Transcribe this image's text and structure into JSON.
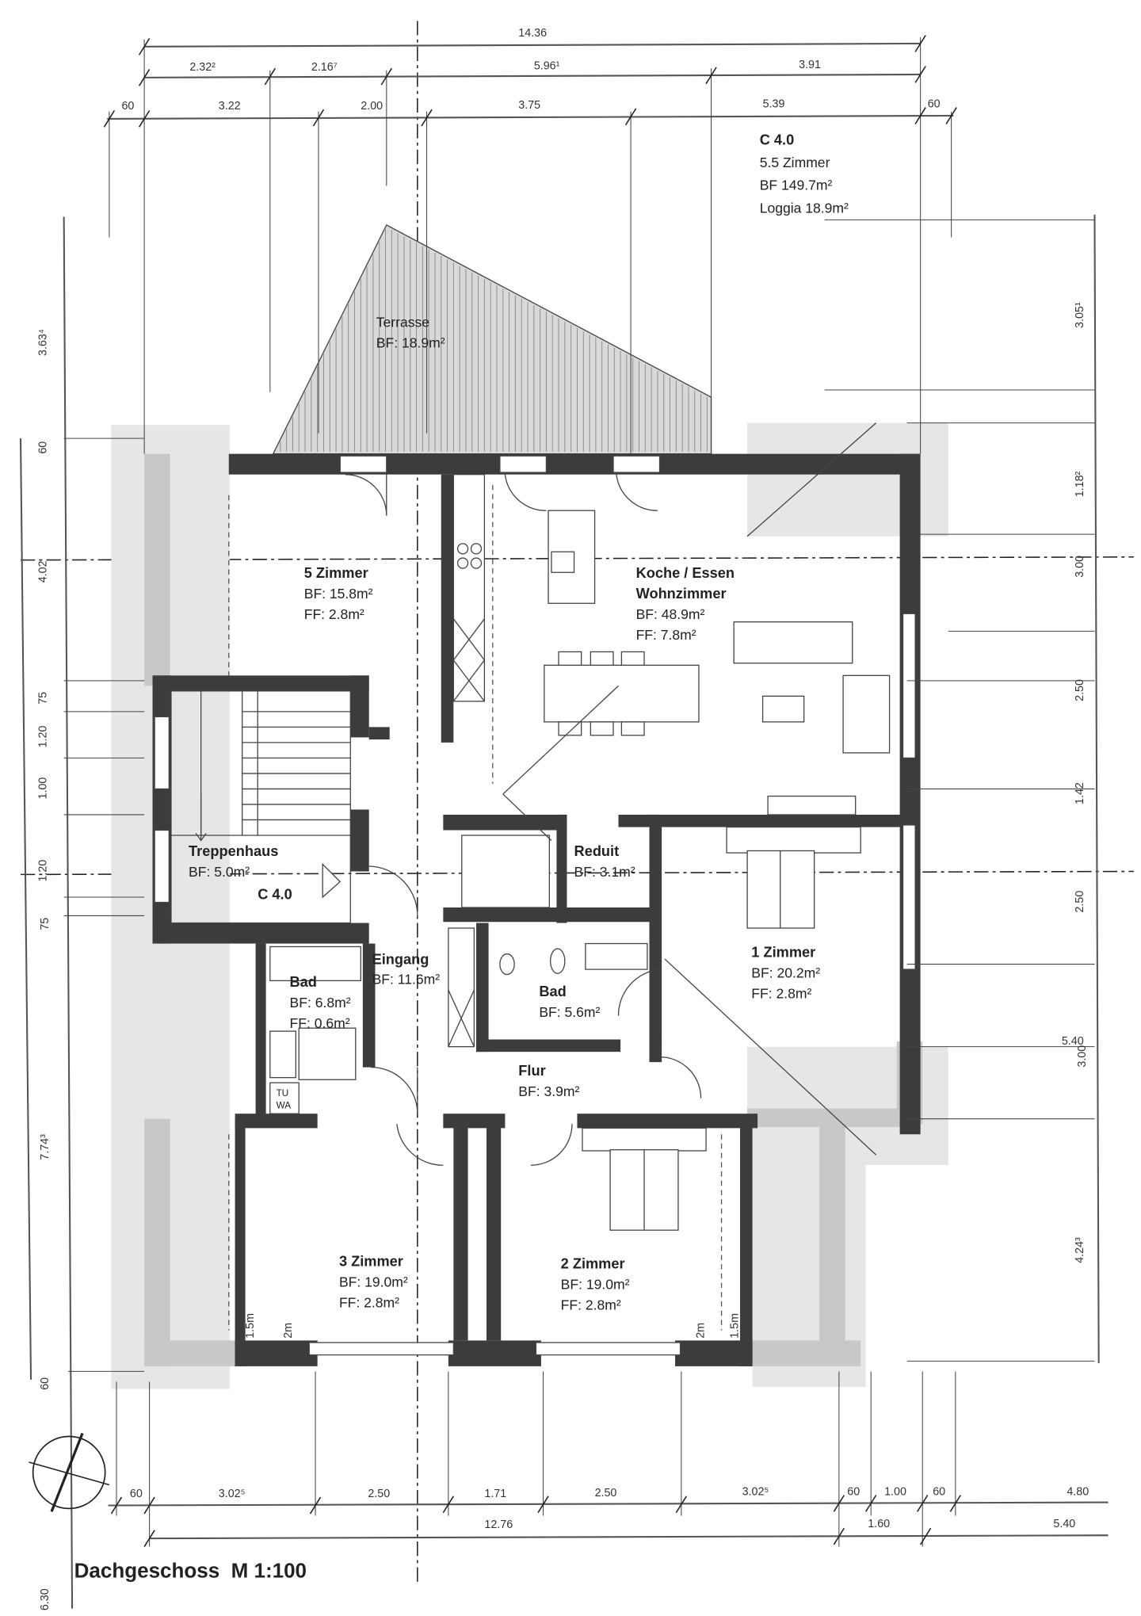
{
  "unit": {
    "code": "C 4.0",
    "rooms_count": "5.5 Zimmer",
    "bf_total": "BF 149.7m²",
    "loggia": "Loggia 18.9m²"
  },
  "title": "Dachgeschoss  M 1:100",
  "entrance_marker": "C 4.0",
  "rooms": {
    "terrasse": {
      "name": "Terrasse",
      "bf": "BF: 18.9m²"
    },
    "zimmer5": {
      "name": "5 Zimmer",
      "bf": "BF: 15.8m²",
      "ff": "FF: 2.8m²"
    },
    "kueche": {
      "name": "Koche / Essen",
      "name2": "Wohnzimmer",
      "bf": "BF: 48.9m²",
      "ff": "FF: 7.8m²"
    },
    "treppenhaus": {
      "name": "Treppenhaus",
      "bf": "BF: 5.0m²"
    },
    "reduit": {
      "name": "Reduit",
      "bf": "BF: 3.1m²"
    },
    "eingang": {
      "name": "Eingang",
      "bf": "BF: 11.6m²"
    },
    "bad1": {
      "name": "Bad",
      "bf": "BF: 6.8m²",
      "ff": "FF: 0.6m²"
    },
    "bad2": {
      "name": "Bad",
      "bf": "BF: 5.6m²"
    },
    "zimmer1": {
      "name": "1 Zimmer",
      "bf": "BF: 20.2m²",
      "ff": "FF: 2.8m²"
    },
    "flur": {
      "name": "Flur",
      "bf": "BF: 3.9m²"
    },
    "zimmer3": {
      "name": "3 Zimmer",
      "bf": "BF: 19.0m²",
      "ff": "FF: 2.8m²"
    },
    "zimmer2": {
      "name": "2 Zimmer",
      "bf": "BF: 19.0m²",
      "ff": "FF: 2.8m²"
    },
    "tuwa": {
      "line1": "TU",
      "line2": "WA"
    }
  },
  "height_marks": {
    "a": "1.5m",
    "b": "2m",
    "c": "2m",
    "d": "1.5m"
  },
  "dims_top": {
    "row1": [
      "14.36"
    ],
    "row2": [
      "2.32²",
      "2.16⁷",
      "5.96¹",
      "3.91"
    ],
    "row3": [
      "60",
      "3.22",
      "2.00",
      "3.75",
      "5.39",
      "60"
    ]
  },
  "dims_bottom": {
    "row1": [
      "60",
      "3.02⁵",
      "2.50",
      "1.71",
      "2.50",
      "3.02⁵",
      "60",
      "1.00",
      "60",
      "4.80"
    ],
    "row2": [
      "12.76",
      "1.60",
      "5.40"
    ]
  },
  "dims_left": [
    "3.63⁴",
    "60",
    "4.02",
    "75",
    "1.20",
    "1.00",
    "1.20",
    "75",
    "7.74³",
    "60",
    "6.30"
  ],
  "dims_right": [
    "3.05¹",
    "1.18²",
    "3.00",
    "2.50",
    "1.42",
    "2.50",
    "5.40",
    "3.00",
    "4.24³"
  ],
  "icons": {
    "compass": "north-arrow-icon"
  }
}
